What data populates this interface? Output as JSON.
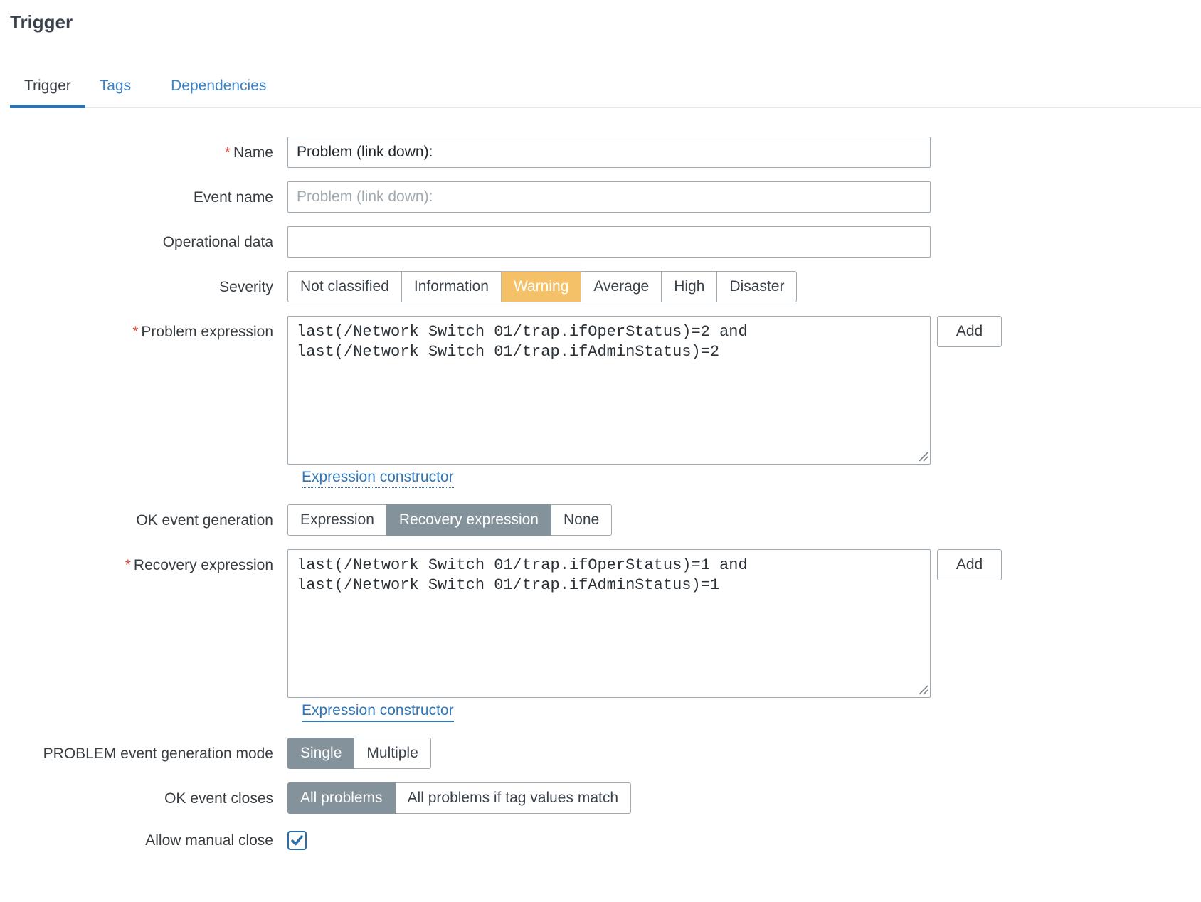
{
  "page": {
    "title": "Trigger"
  },
  "tabs": [
    {
      "label": "Trigger",
      "active": true
    },
    {
      "label": "Tags",
      "active": false
    },
    {
      "label": "Dependencies",
      "active": false
    }
  ],
  "required_marker": "*",
  "form": {
    "name": {
      "label": "Name",
      "required": true,
      "value": "Problem (link down):"
    },
    "event_name": {
      "label": "Event name",
      "placeholder": "Problem (link down):"
    },
    "operational_data": {
      "label": "Operational data",
      "value": ""
    },
    "severity": {
      "label": "Severity",
      "options": [
        "Not classified",
        "Information",
        "Warning",
        "Average",
        "High",
        "Disaster"
      ],
      "selected": "Warning"
    },
    "problem_expression": {
      "label": "Problem expression",
      "required": true,
      "value": "last(/Network Switch 01/trap.ifOperStatus)=2 and\nlast(/Network Switch 01/trap.ifAdminStatus)=2",
      "add_label": "Add",
      "constructor_label": "Expression constructor"
    },
    "ok_event_generation": {
      "label": "OK event generation",
      "options": [
        "Expression",
        "Recovery expression",
        "None"
      ],
      "selected": "Recovery expression"
    },
    "recovery_expression": {
      "label": "Recovery expression",
      "required": true,
      "value": "last(/Network Switch 01/trap.ifOperStatus)=1 and\nlast(/Network Switch 01/trap.ifAdminStatus)=1",
      "add_label": "Add",
      "constructor_label": "Expression constructor"
    },
    "problem_event_generation_mode": {
      "label": "PROBLEM event generation mode",
      "options": [
        "Single",
        "Multiple"
      ],
      "selected": "Single"
    },
    "ok_event_closes": {
      "label": "OK event closes",
      "options": [
        "All problems",
        "All problems if tag values match"
      ],
      "selected": "All problems"
    },
    "allow_manual_close": {
      "label": "Allow manual close",
      "checked": true
    }
  },
  "colors": {
    "accent_blue": "#2e73b4",
    "link_blue": "#3177b8",
    "warning_orange": "#f4c169",
    "selected_gray": "#84929c",
    "required_red": "#d9493f",
    "border_gray": "#9fa9b1"
  }
}
